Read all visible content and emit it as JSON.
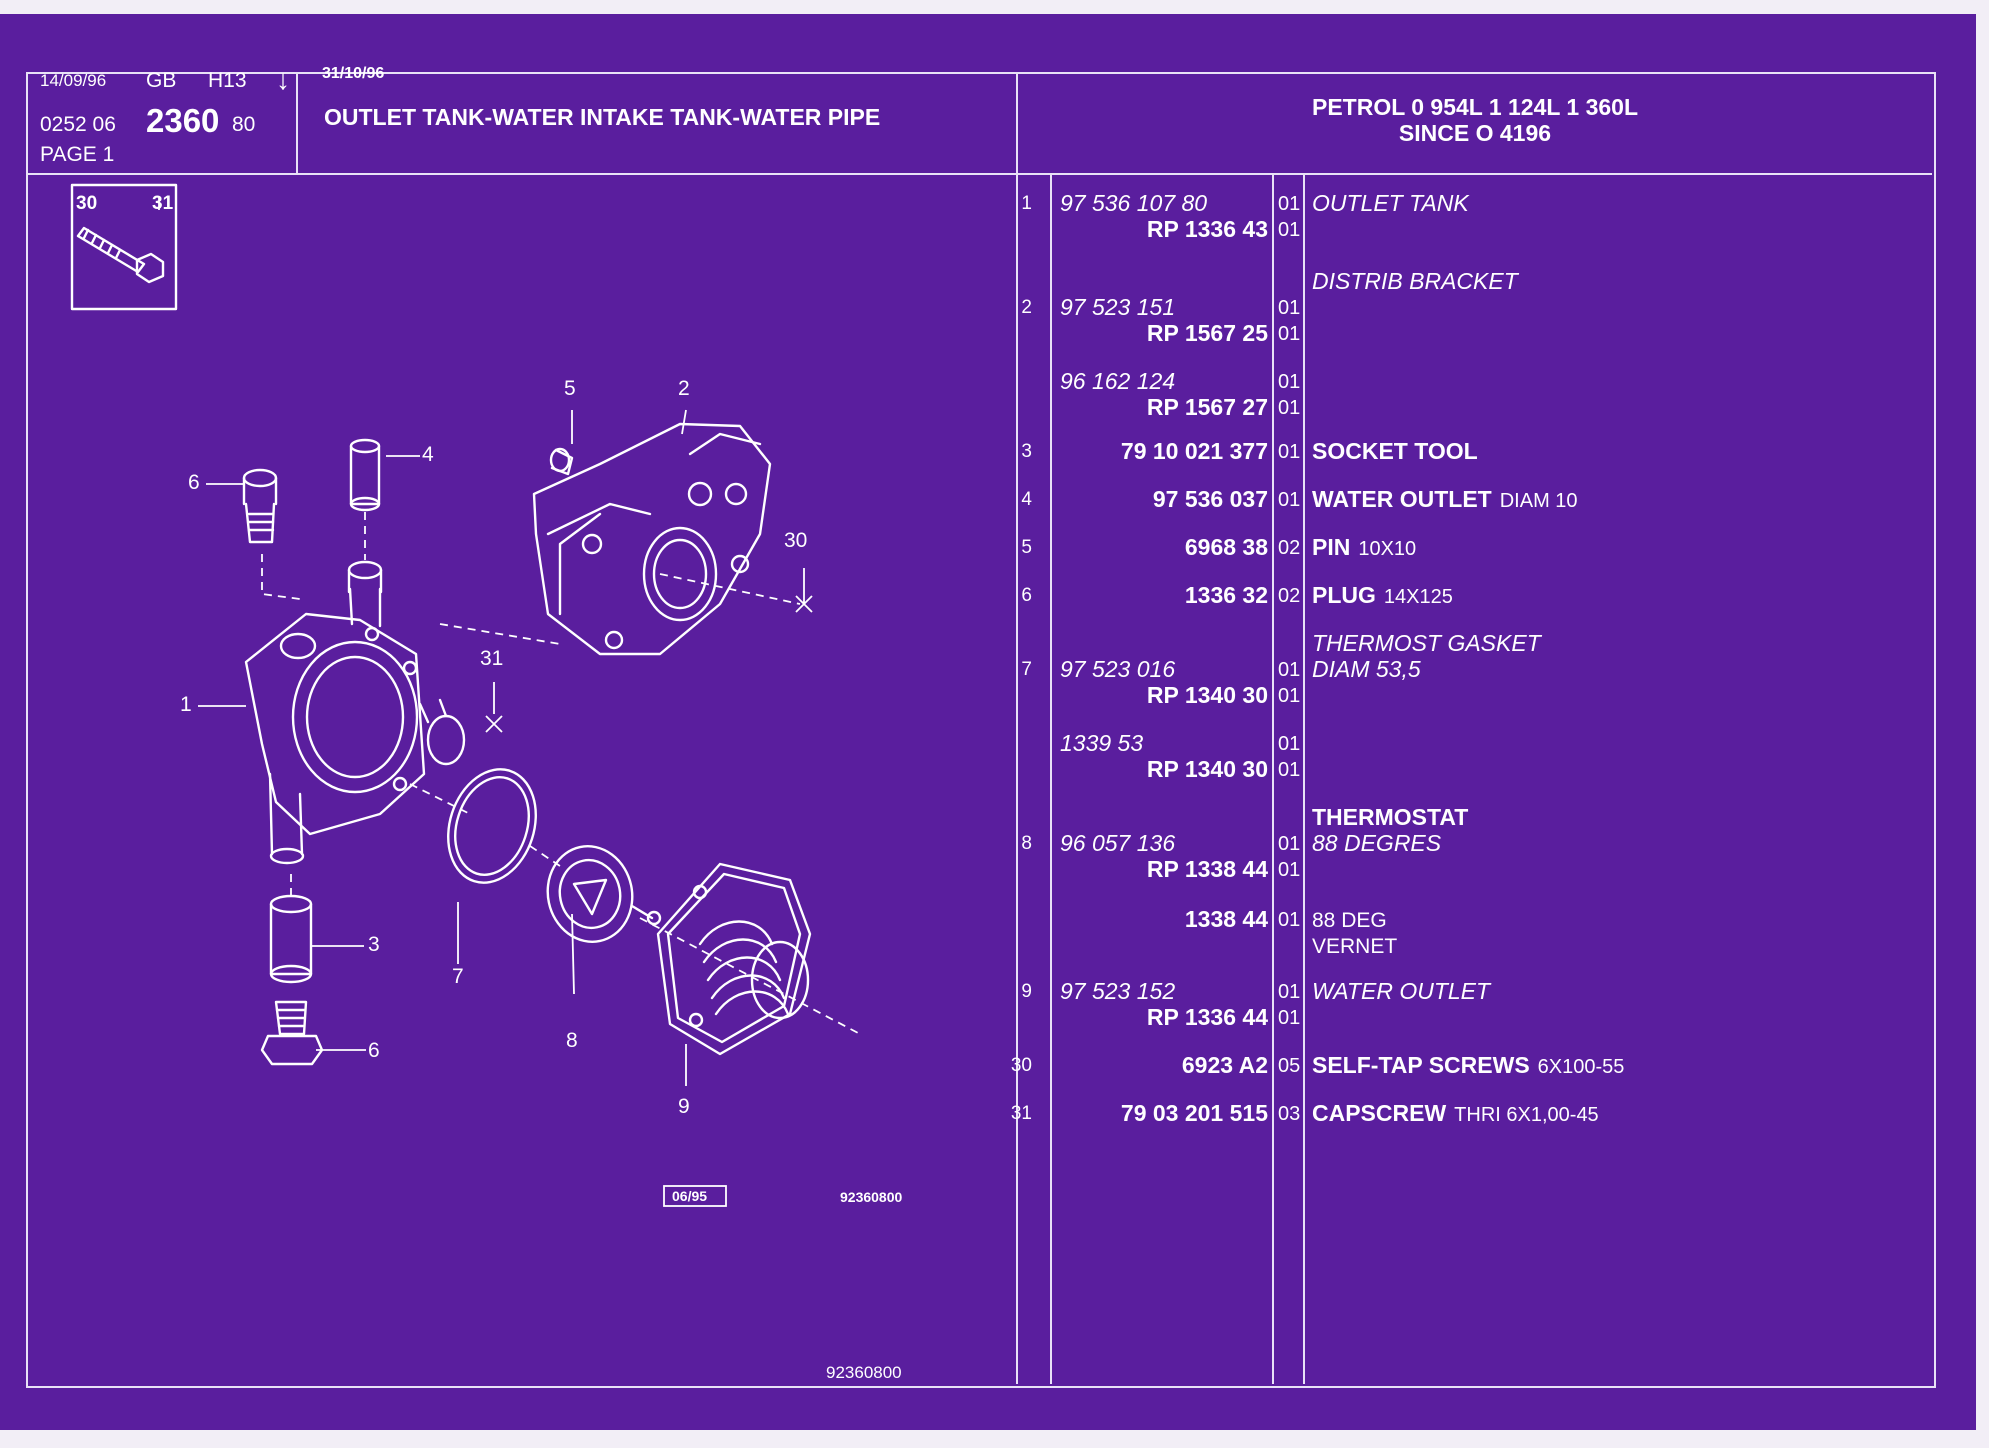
{
  "header": {
    "date_left": "14/09/96",
    "region": "GB",
    "code": "H13",
    "arrow": "↓",
    "date_right": "31/10/96",
    "ref_prefix": "0252  06",
    "ref_main": "2360",
    "ref_suffix": "80",
    "page_label": "PAGE  1",
    "title": "OUTLET TANK-WATER INTAKE TANK-WATER PIPE",
    "spec_line1": "PETROL 0 954L 1 124L 1 360L",
    "spec_line2": "SINCE  O   4196"
  },
  "diagram": {
    "inset_labels": [
      "30",
      "31"
    ],
    "callouts": [
      "1",
      "2",
      "3",
      "4",
      "5",
      "6",
      "6",
      "7",
      "8",
      "9",
      "30",
      "31"
    ],
    "edition_box": "06/95",
    "drawing_ref": "92360800",
    "footer_ref": "92360800"
  },
  "parts": [
    {
      "item": "1",
      "ref": "97 536 107 80",
      "ref_style": "italic",
      "qty": "01",
      "desc": "OUTLET TANK",
      "desc_style": "italic",
      "extra": ""
    },
    {
      "item": "",
      "ref": "RP  1336 43",
      "ref_style": "bold",
      "qty": "01",
      "desc": "",
      "desc_style": "",
      "extra": ""
    },
    {
      "item": "",
      "ref": "",
      "ref_style": "",
      "qty": "",
      "desc": "DISTRIB BRACKET",
      "desc_style": "italic",
      "extra": ""
    },
    {
      "item": "2",
      "ref": "97 523 151",
      "ref_style": "italic",
      "qty": "01",
      "desc": "",
      "desc_style": "",
      "extra": ""
    },
    {
      "item": "",
      "ref": "RP  1567 25",
      "ref_style": "bold",
      "qty": "01",
      "desc": "",
      "desc_style": "",
      "extra": ""
    },
    {
      "item": "",
      "ref": "96 162 124",
      "ref_style": "italic",
      "qty": "01",
      "desc": "",
      "desc_style": "",
      "extra": ""
    },
    {
      "item": "",
      "ref": "RP  1567 27",
      "ref_style": "bold",
      "qty": "01",
      "desc": "",
      "desc_style": "",
      "extra": ""
    },
    {
      "item": "3",
      "ref": "79 10 021 377",
      "ref_style": "bold",
      "qty": "01",
      "desc": "SOCKET TOOL",
      "desc_style": "bold",
      "extra": ""
    },
    {
      "item": "4",
      "ref": "97 536 037",
      "ref_style": "bold",
      "qty": "01",
      "desc": "WATER OUTLET",
      "desc_style": "bold",
      "extra": "DIAM 10"
    },
    {
      "item": "5",
      "ref": "6968 38",
      "ref_style": "bold",
      "qty": "02",
      "desc": "PIN",
      "desc_style": "bold",
      "extra": "10X10"
    },
    {
      "item": "6",
      "ref": "1336 32",
      "ref_style": "bold",
      "qty": "02",
      "desc": "PLUG",
      "desc_style": "bold",
      "extra": "14X125"
    },
    {
      "item": "",
      "ref": "",
      "ref_style": "",
      "qty": "",
      "desc": "THERMOST GASKET",
      "desc_style": "italic",
      "extra": ""
    },
    {
      "item": "7",
      "ref": "97 523 016",
      "ref_style": "italic",
      "qty": "01",
      "desc": "DIAM 53,5",
      "desc_style": "italic",
      "extra": ""
    },
    {
      "item": "",
      "ref": "RP  1340 30",
      "ref_style": "bold",
      "qty": "01",
      "desc": "",
      "desc_style": "",
      "extra": ""
    },
    {
      "item": "",
      "ref": "1339 53",
      "ref_style": "italic",
      "qty": "01",
      "desc": "",
      "desc_style": "",
      "extra": ""
    },
    {
      "item": "",
      "ref": "RP  1340 30",
      "ref_style": "bold",
      "qty": "01",
      "desc": "",
      "desc_style": "",
      "extra": ""
    },
    {
      "item": "",
      "ref": "",
      "ref_style": "",
      "qty": "",
      "desc": "THERMOSTAT",
      "desc_style": "bold",
      "extra": ""
    },
    {
      "item": "8",
      "ref": "96 057 136",
      "ref_style": "italic",
      "qty": "01",
      "desc": "88 DEGRES",
      "desc_style": "italic",
      "extra": ""
    },
    {
      "item": "",
      "ref": "RP  1338 44",
      "ref_style": "bold",
      "qty": "01",
      "desc": "",
      "desc_style": "",
      "extra": ""
    },
    {
      "item": "",
      "ref": "1338 44",
      "ref_style": "bold",
      "qty": "01",
      "desc": "88 DEG",
      "desc_style": "plain",
      "extra": ""
    },
    {
      "item": "",
      "ref": "",
      "ref_style": "",
      "qty": "",
      "desc": "VERNET",
      "desc_style": "plain",
      "extra": ""
    },
    {
      "item": "9",
      "ref": "97 523 152",
      "ref_style": "italic",
      "qty": "01",
      "desc": "WATER OUTLET",
      "desc_style": "italic",
      "extra": ""
    },
    {
      "item": "",
      "ref": "RP  1336 44",
      "ref_style": "bold",
      "qty": "01",
      "desc": "",
      "desc_style": "",
      "extra": ""
    },
    {
      "item": "30",
      "ref": "6923 A2",
      "ref_style": "bold",
      "qty": "05",
      "desc": "SELF-TAP SCREWS",
      "desc_style": "bold",
      "extra": "6X100-55"
    },
    {
      "item": "31",
      "ref": "79 03 201 515",
      "ref_style": "bold",
      "qty": "03",
      "desc": "CAPSCREW",
      "desc_style": "bold",
      "extra": "THRI 6X1,00-45"
    }
  ],
  "colors": {
    "background": "#5a1e9e",
    "ink": "#ffffff"
  }
}
